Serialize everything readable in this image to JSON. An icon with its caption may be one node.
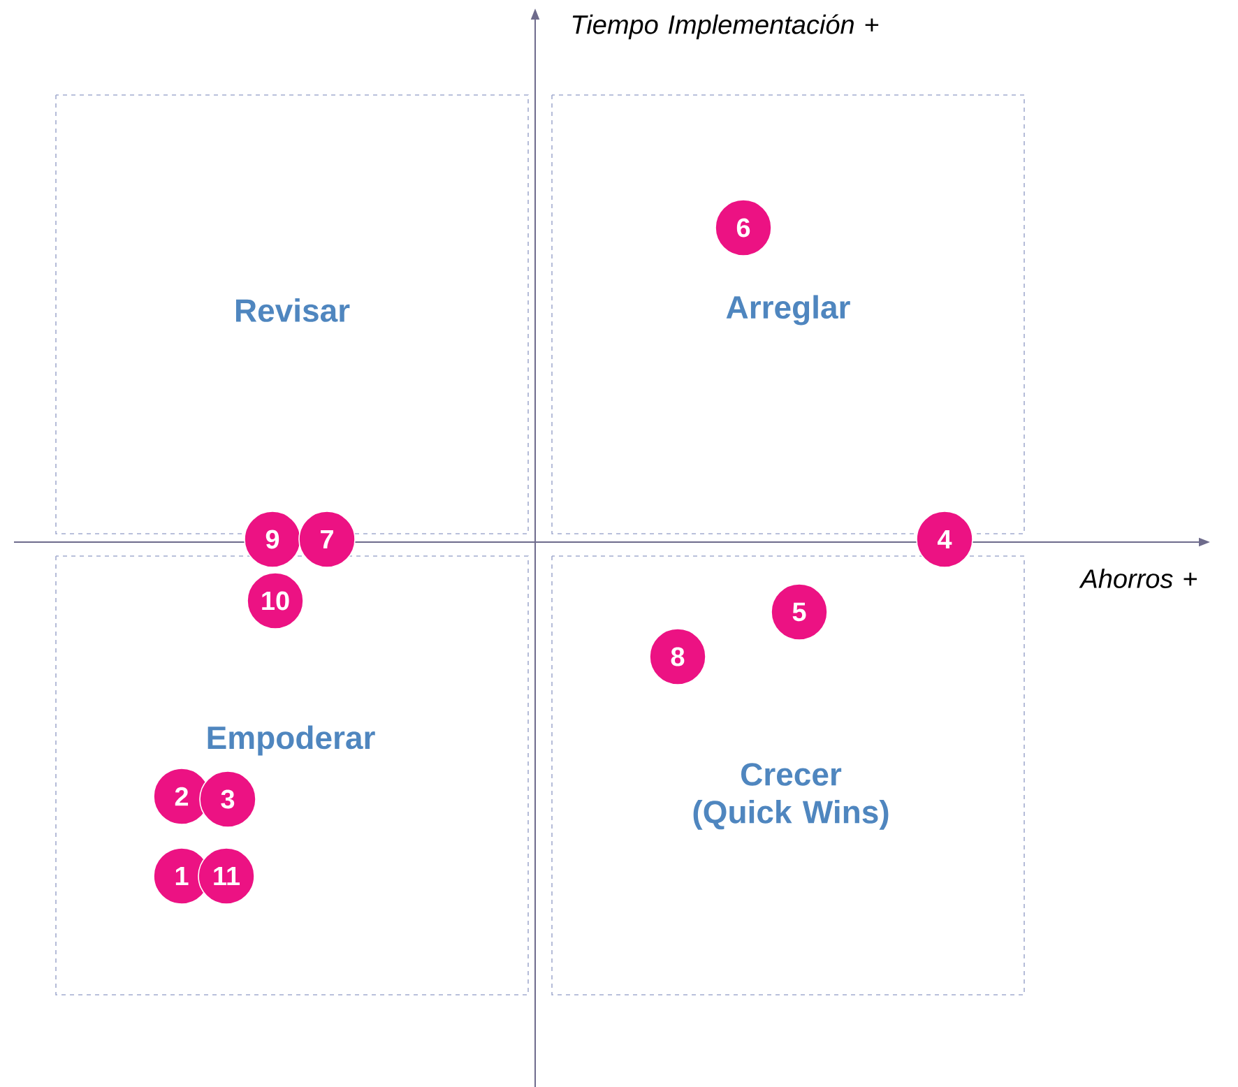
{
  "diagram": {
    "nodes": [
      {
        "text": [
          "Revisar"
        ]
      },
      {
        "text": [
          "Arreglar"
        ]
      },
      {
        "text": [
          "Empoderar"
        ]
      },
      {
        "text": [
          "Crecer (Quick Wins)"
        ]
      },
      {
        "text": [
          "6"
        ],
        "in": 1
      },
      {
        "text": [
          "9"
        ]
      },
      {
        "text": [
          "7"
        ]
      },
      {
        "text": [
          "4"
        ]
      },
      {
        "text": [
          "10"
        ],
        "in": 2
      },
      {
        "text": [
          "5"
        ],
        "in": 3
      },
      {
        "text": [
          "8"
        ],
        "in": 3
      },
      {
        "text": [
          "2"
        ],
        "in": 2
      },
      {
        "text": [
          "3"
        ],
        "in": 2
      },
      {
        "text": [
          "1"
        ],
        "in": 2
      },
      {
        "text": [
          "11"
        ],
        "in": 2
      }
    ],
    "labels": [
      "Tiempo Implementación +",
      "Ahorros +"
    ]
  }
}
